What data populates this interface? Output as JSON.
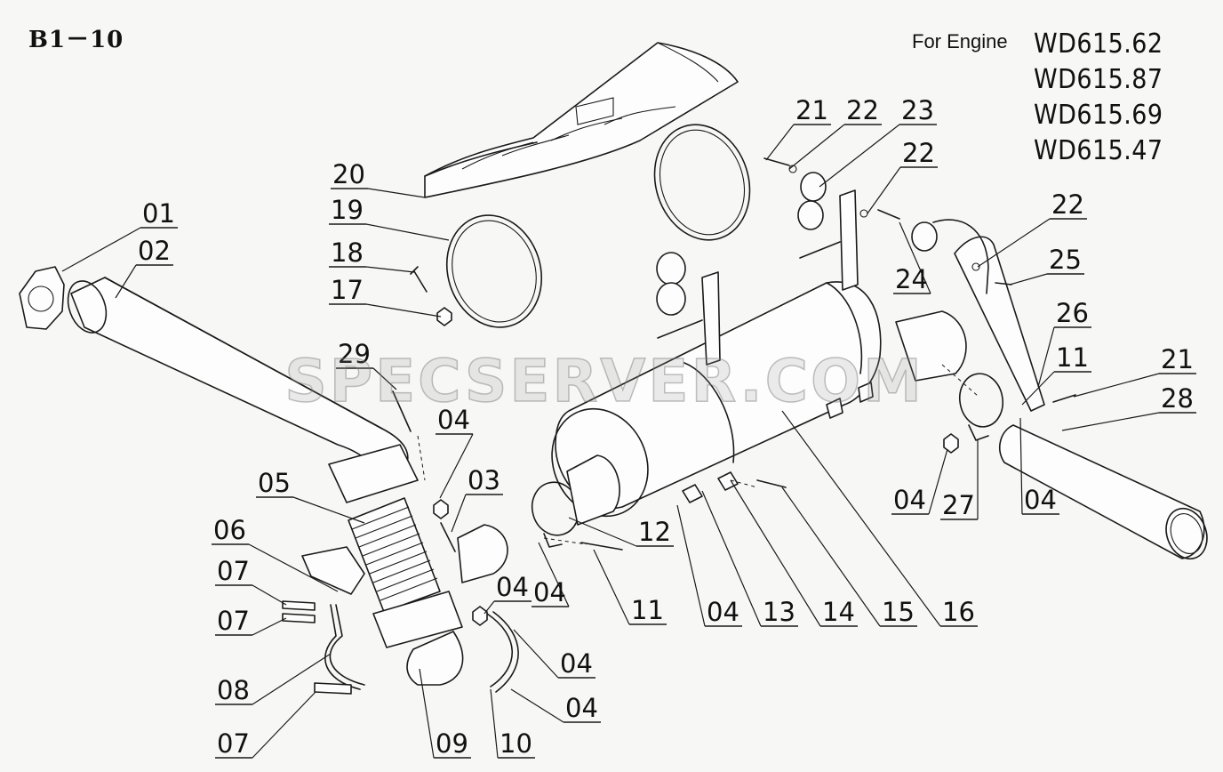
{
  "sheet": {
    "code": "B1－10",
    "for_engine_label": "For Engine",
    "engine_models": [
      "WD615.62",
      "WD615.87",
      "WD615.69",
      "WD615.47"
    ]
  },
  "watermark": "SPECSERVER.COM",
  "callouts": [
    {
      "id": "c01",
      "label": "01"
    },
    {
      "id": "c02",
      "label": "02"
    },
    {
      "id": "c03",
      "label": "03"
    },
    {
      "id": "c04a",
      "label": "04"
    },
    {
      "id": "c04b",
      "label": "04"
    },
    {
      "id": "c04c",
      "label": "04"
    },
    {
      "id": "c04d",
      "label": "04"
    },
    {
      "id": "c04e",
      "label": "04"
    },
    {
      "id": "c04f",
      "label": "04"
    },
    {
      "id": "c04g",
      "label": "04"
    },
    {
      "id": "c04h",
      "label": "04"
    },
    {
      "id": "c05",
      "label": "05"
    },
    {
      "id": "c06",
      "label": "06"
    },
    {
      "id": "c07a",
      "label": "07"
    },
    {
      "id": "c07b",
      "label": "07"
    },
    {
      "id": "c07c",
      "label": "07"
    },
    {
      "id": "c08",
      "label": "08"
    },
    {
      "id": "c09",
      "label": "09"
    },
    {
      "id": "c10",
      "label": "10"
    },
    {
      "id": "c11a",
      "label": "11"
    },
    {
      "id": "c11b",
      "label": "11"
    },
    {
      "id": "c12",
      "label": "12"
    },
    {
      "id": "c13",
      "label": "13"
    },
    {
      "id": "c14",
      "label": "14"
    },
    {
      "id": "c15",
      "label": "15"
    },
    {
      "id": "c16",
      "label": "16"
    },
    {
      "id": "c17",
      "label": "17"
    },
    {
      "id": "c18",
      "label": "18"
    },
    {
      "id": "c19",
      "label": "19"
    },
    {
      "id": "c20",
      "label": "20"
    },
    {
      "id": "c21a",
      "label": "21"
    },
    {
      "id": "c21b",
      "label": "21"
    },
    {
      "id": "c22a",
      "label": "22"
    },
    {
      "id": "c22b",
      "label": "22"
    },
    {
      "id": "c22c",
      "label": "22"
    },
    {
      "id": "c23",
      "label": "23"
    },
    {
      "id": "c24",
      "label": "24"
    },
    {
      "id": "c25",
      "label": "25"
    },
    {
      "id": "c26",
      "label": "26"
    },
    {
      "id": "c27",
      "label": "27"
    },
    {
      "id": "c28",
      "label": "28"
    },
    {
      "id": "c29",
      "label": "29"
    }
  ]
}
